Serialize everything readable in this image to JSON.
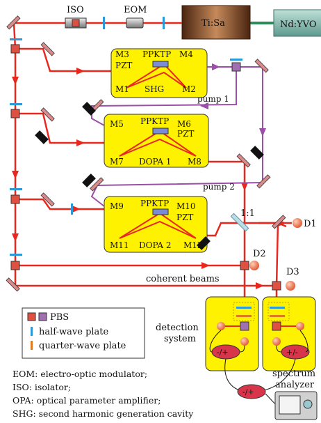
{
  "labels": {
    "iso": "ISO",
    "eom": "EOM",
    "tisa": "Ti:Sa",
    "ndyvo": "Nd:YVO",
    "m1": "M1",
    "m2": "M2",
    "m3": "M3",
    "m4": "M4",
    "m5": "M5",
    "m6": "M6",
    "m7": "M7",
    "m8": "M8",
    "m9": "M9",
    "m10": "M10",
    "m11": "M11",
    "m12": "M12",
    "pzt": "PZT",
    "ppktp": "PPKTP",
    "shg": "SHG",
    "dopa1": "DOPA 1",
    "dopa2": "DOPA 2",
    "pump1": "pump 1",
    "pump2": "pump 2",
    "ratio": "1:1",
    "d1": "D1",
    "d2": "D2",
    "d3": "D3",
    "coherent": "coherent beams",
    "detection_line1": "detection",
    "detection_line2": "system",
    "spectrum_line1": "spectrum",
    "spectrum_line2": "analyzer",
    "minus_plus": "-/+",
    "plus_minus": "+/-"
  },
  "legend": {
    "pbs": "PBS",
    "half_wave": "half-wave plate",
    "quarter_wave": "quarter-wave plate"
  },
  "notes": [
    "EOM: electro-optic modulator;",
    "ISO: isolator;",
    "OPA: optical parameter amplifier;",
    "SHG: second harmonic generation cavity"
  ],
  "colors": {
    "beam_red": "#e8281e",
    "pump_purple": "#9b4fa8",
    "cavity_yellow": "#fff200",
    "pbs_red": "#e05040",
    "pbs_purple": "#a070b0",
    "half_wave": "#2a9bd8",
    "quarter_wave": "#e07a20",
    "detector": "#f07050",
    "tisa_brown": "#6b3a1c",
    "ndyvo_teal": "#7fb3a8",
    "legend_border": "#333333"
  }
}
